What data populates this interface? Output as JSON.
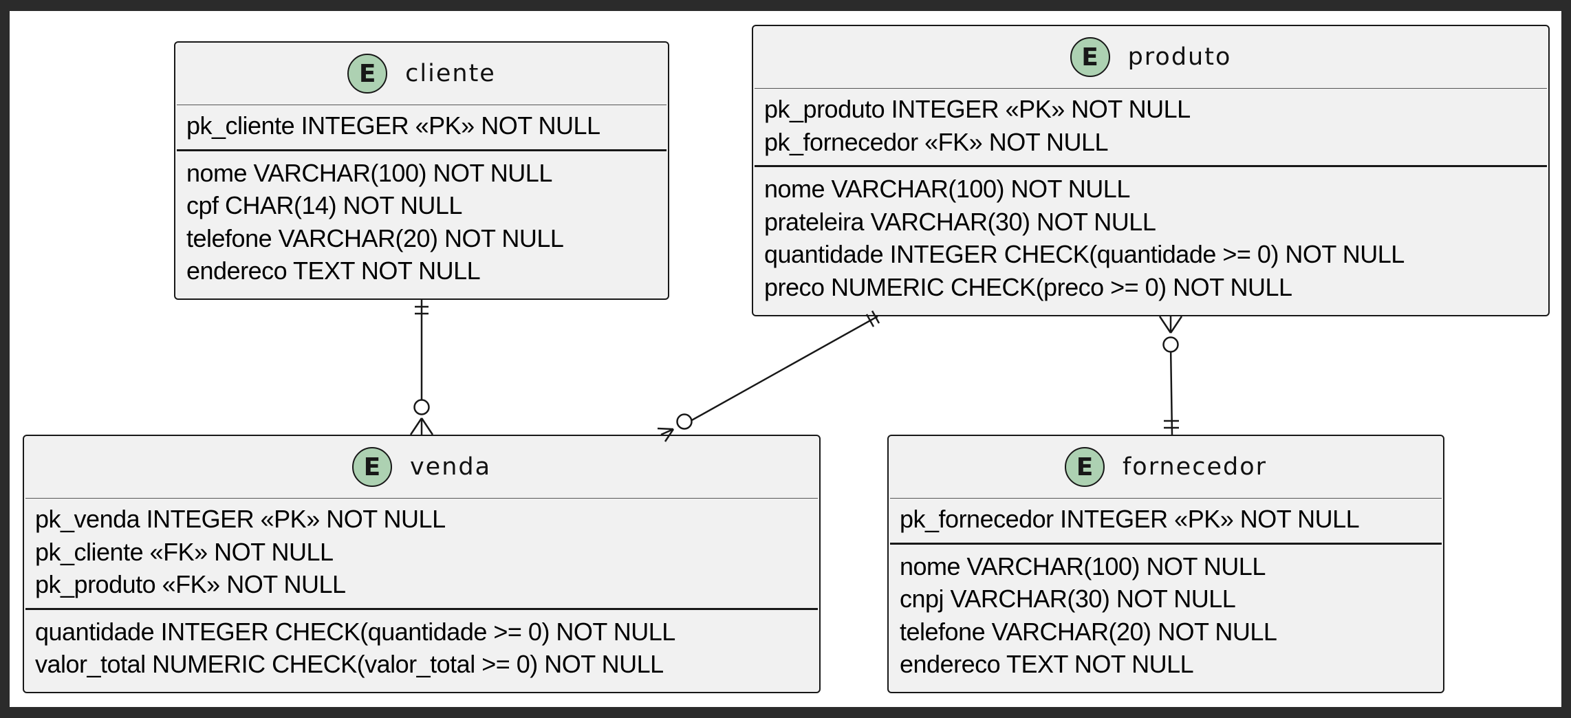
{
  "entities": {
    "cliente": {
      "title": "cliente",
      "badge": "E",
      "keys": [
        "pk_cliente INTEGER «PK» NOT NULL"
      ],
      "attributes": [
        "nome VARCHAR(100) NOT NULL",
        "cpf CHAR(14) NOT NULL",
        "telefone VARCHAR(20) NOT NULL",
        "endereco TEXT NOT NULL"
      ]
    },
    "produto": {
      "title": "produto",
      "badge": "E",
      "keys": [
        "pk_produto INTEGER «PK» NOT NULL",
        "pk_fornecedor «FK» NOT NULL"
      ],
      "attributes": [
        "nome VARCHAR(100) NOT NULL",
        "prateleira VARCHAR(30) NOT NULL",
        "quantidade INTEGER CHECK(quantidade >= 0) NOT NULL",
        "preco NUMERIC CHECK(preco >= 0) NOT NULL"
      ]
    },
    "venda": {
      "title": "venda",
      "badge": "E",
      "keys": [
        "pk_venda INTEGER «PK» NOT NULL",
        "pk_cliente «FK» NOT NULL",
        "pk_produto «FK» NOT NULL"
      ],
      "attributes": [
        "quantidade INTEGER CHECK(quantidade >= 0) NOT NULL",
        "valor_total NUMERIC CHECK(valor_total >= 0) NOT NULL"
      ]
    },
    "fornecedor": {
      "title": "fornecedor",
      "badge": "E",
      "keys": [
        "pk_fornecedor INTEGER «PK» NOT NULL"
      ],
      "attributes": [
        "nome VARCHAR(100) NOT NULL",
        "cnpj VARCHAR(30) NOT NULL",
        "telefone VARCHAR(20) NOT NULL",
        "endereco TEXT NOT NULL"
      ]
    }
  },
  "relationships": [
    {
      "from": "cliente",
      "to": "venda",
      "from_cardinality": "exactly-one",
      "to_cardinality": "zero-or-many"
    },
    {
      "from": "produto",
      "to": "venda",
      "from_cardinality": "exactly-one",
      "to_cardinality": "zero-or-many"
    },
    {
      "from": "fornecedor",
      "to": "produto",
      "from_cardinality": "exactly-one",
      "to_cardinality": "zero-or-many"
    }
  ],
  "colors": {
    "entity_fill": "#f1f1f1",
    "badge_fill": "#add1b2",
    "stroke": "#181818",
    "frame": "#2b2b2b"
  }
}
